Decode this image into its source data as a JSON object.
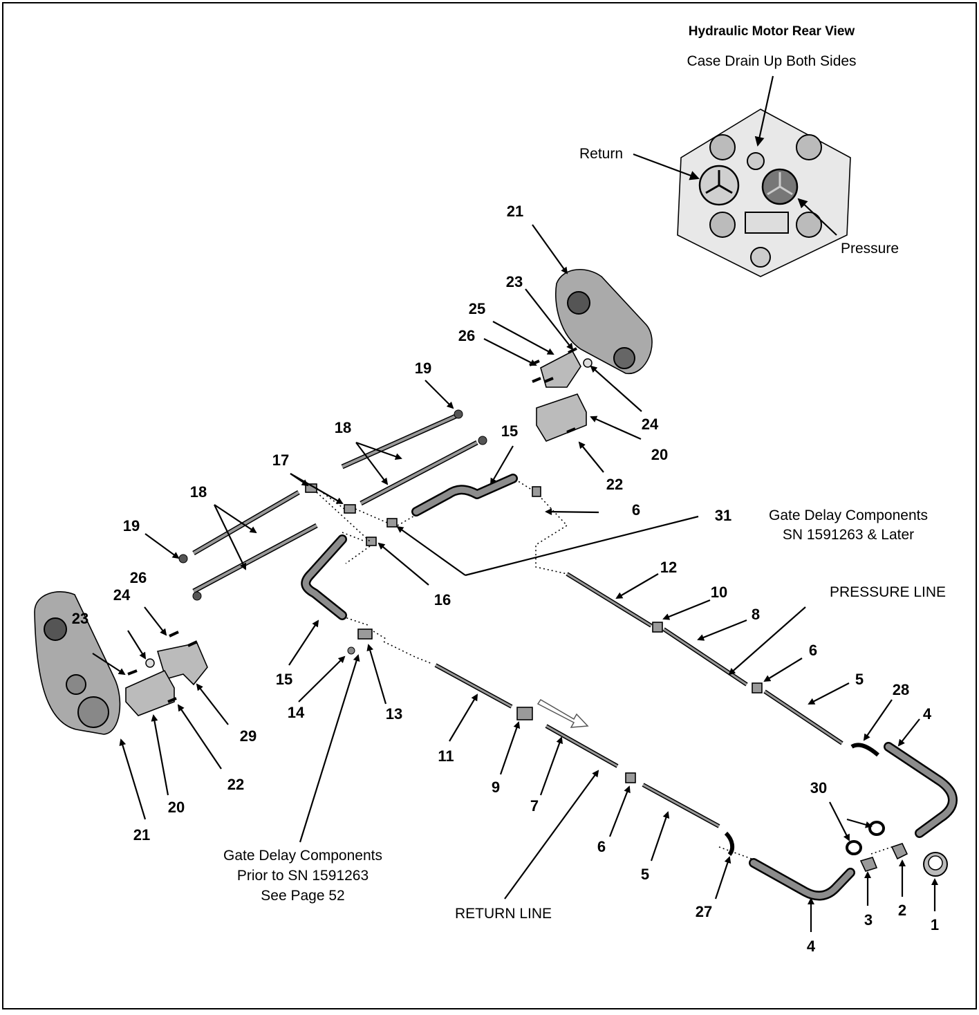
{
  "motor_title": "Hydraulic Motor Rear View",
  "motor_labels": {
    "case_drain": "Case Drain Up Both Sides",
    "return": "Return",
    "pressure": "Pressure"
  },
  "notes": {
    "later_line1": "Gate Delay Components",
    "later_line2": "SN 1591263 & Later",
    "pressure_line": "PRESSURE LINE",
    "return_line": "RETURN LINE",
    "prior_line1": "Gate Delay Components",
    "prior_line2": "Prior to SN 1591263",
    "prior_line3": "See Page 52"
  },
  "callouts": [
    "21",
    "23",
    "25",
    "26",
    "24",
    "20",
    "22",
    "19",
    "18",
    "15",
    "6",
    "31",
    "17",
    "18",
    "19",
    "16",
    "12",
    "10",
    "8",
    "6",
    "24",
    "26",
    "23",
    "15",
    "14",
    "13",
    "29",
    "11",
    "9",
    "7",
    "6",
    "5",
    "28",
    "4",
    "22",
    "21",
    "20",
    "30",
    "5",
    "27",
    "4",
    "3",
    "2",
    "1"
  ]
}
